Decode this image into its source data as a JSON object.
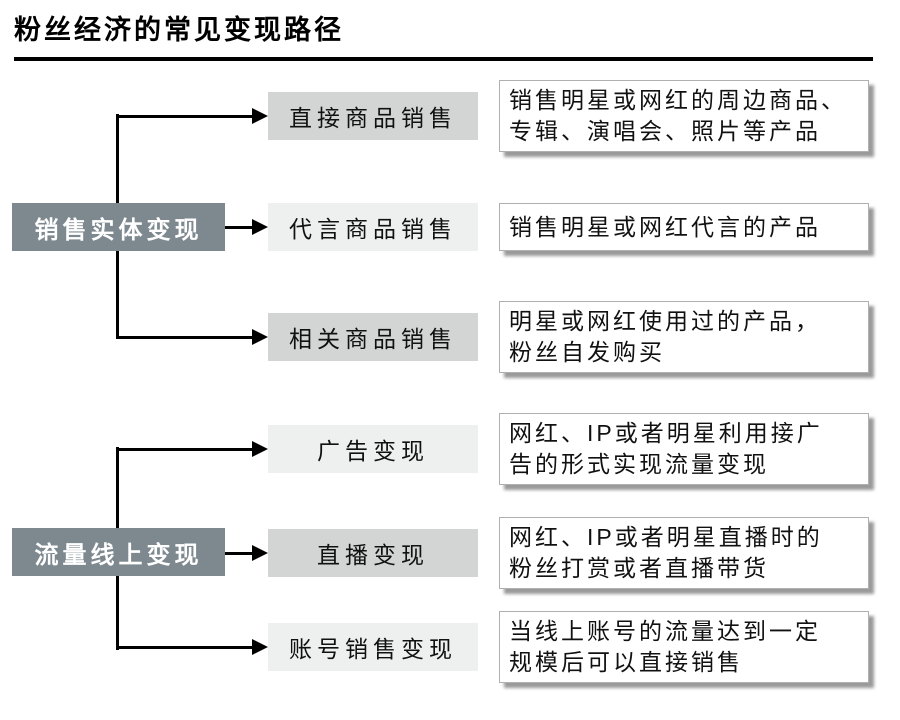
{
  "title": "粉丝经济的常见变现路径",
  "colors": {
    "group_box_fill": "#7d898f",
    "group_box_text": "#ffffff",
    "item_fill_dark": "#d3d5d5",
    "item_fill_light": "#eeefef",
    "line_color": "#000000",
    "desc_shadow": "#9a9a9a"
  },
  "groups": [
    {
      "label": "销售实体变现",
      "items": [
        {
          "label": "直接商品销售",
          "desc": "销售明星或网红的周边商品、\n专辑、演唱会、照片等产品"
        },
        {
          "label": "代言商品销售",
          "desc": "销售明星或网红代言的产品"
        },
        {
          "label": "相关商品销售",
          "desc": "明星或网红使用过的产品，\n粉丝自发购买"
        }
      ]
    },
    {
      "label": "流量线上变现",
      "items": [
        {
          "label": "广告变现",
          "desc": "网红、IP或者明星利用接广\n告的形式实现流量变现"
        },
        {
          "label": "直播变现",
          "desc": "网红、IP或者明星直播时的\n粉丝打赏或者直播带货"
        },
        {
          "label": "账号销售变现",
          "desc": "当线上账号的流量达到一定\n规模后可以直接销售"
        }
      ]
    }
  ]
}
